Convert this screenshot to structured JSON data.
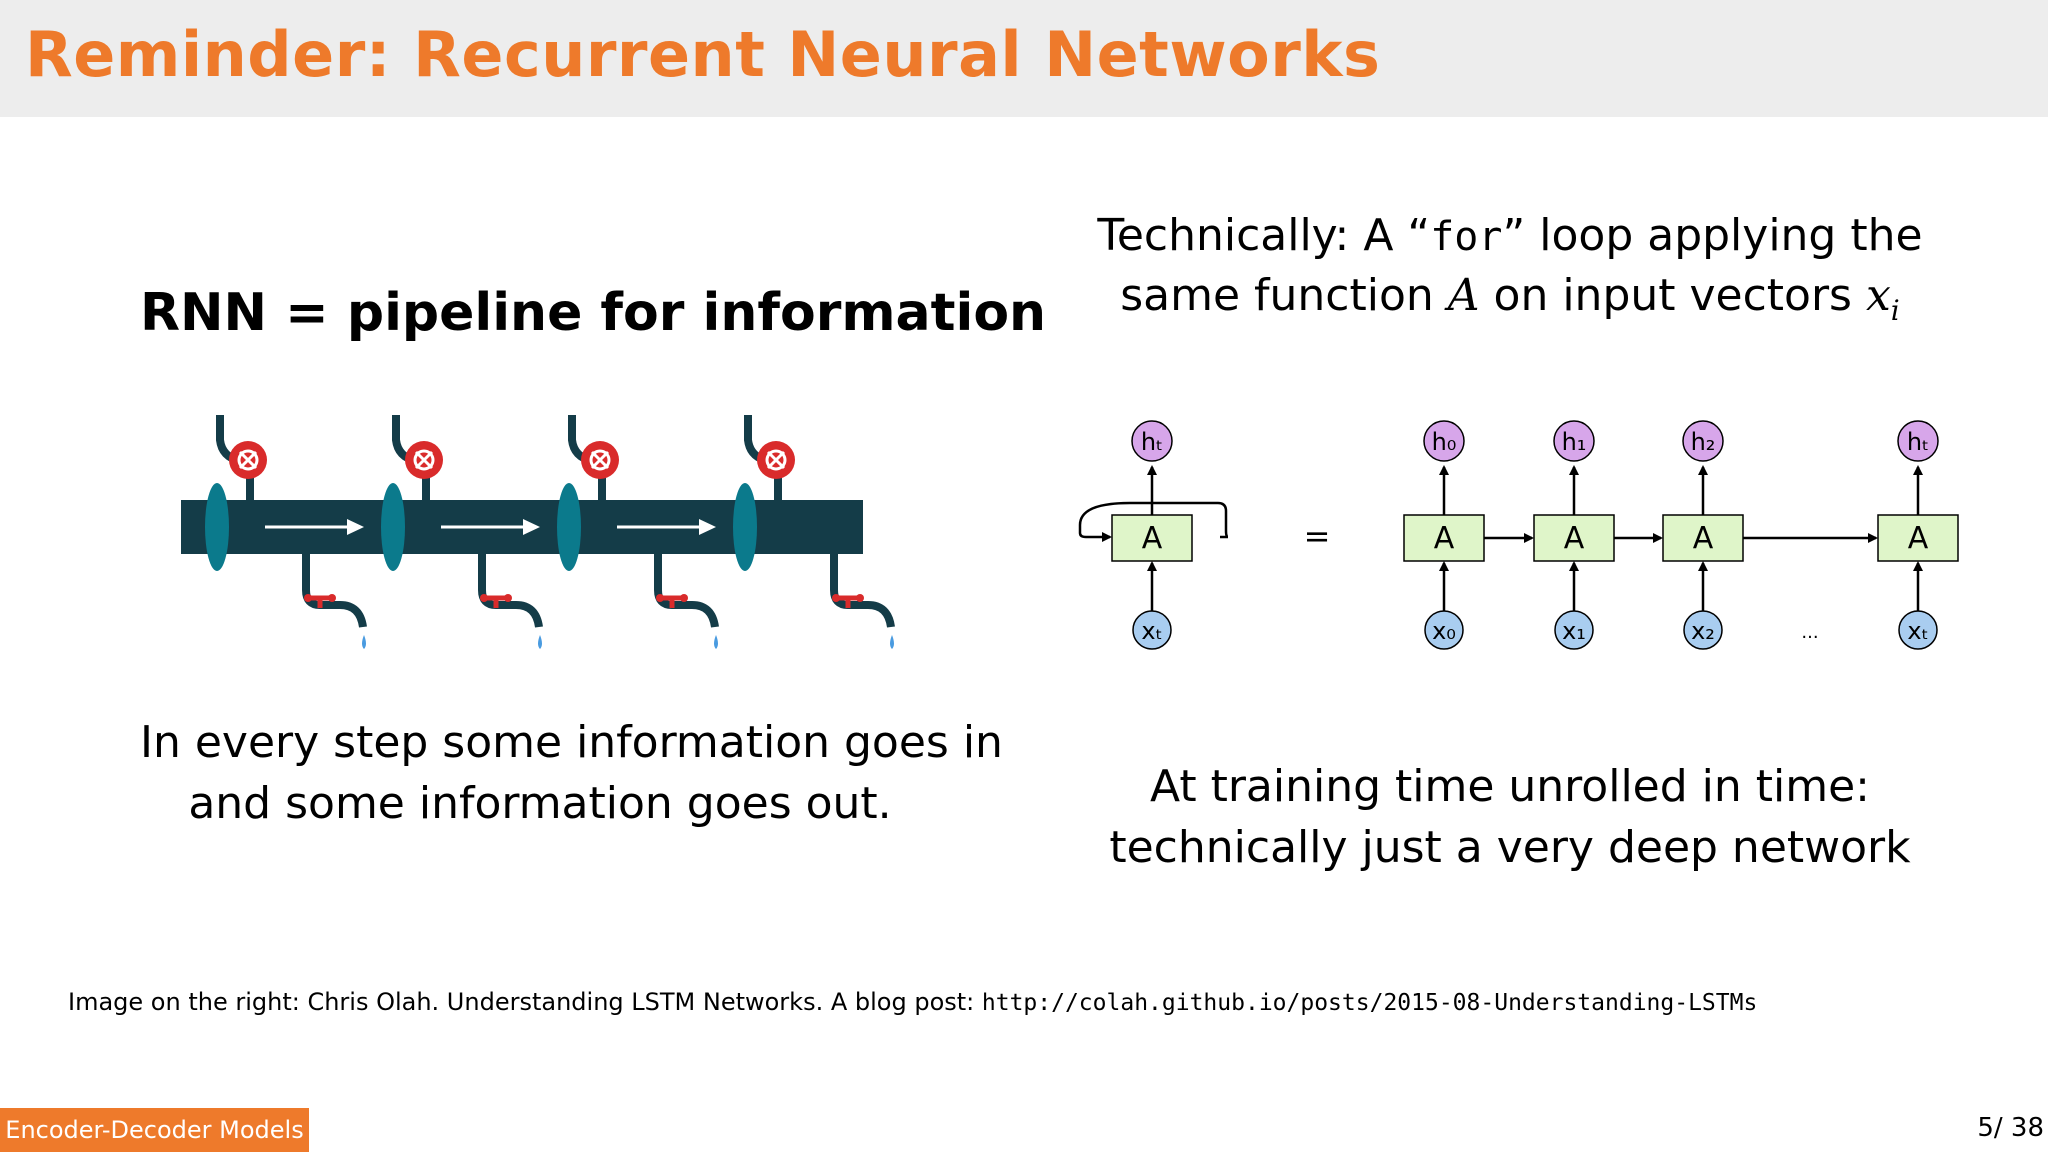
{
  "slide": {
    "title": "Reminder: Recurrent Neural Networks",
    "left": {
      "heading": "RNN = pipeline for information",
      "caption_line1": "In every step some information goes in",
      "caption_line2": "and some information goes out."
    },
    "right": {
      "tech_line1_pre": "Technically: A “",
      "tech_line1_code": "for",
      "tech_line1_post": "” loop applying the",
      "tech_line2_pre": "same function ",
      "tech_line2_var": "A",
      "tech_line2_mid": " on input vectors ",
      "tech_line2_x": "x",
      "tech_line2_sub": "i",
      "caption_line1": "At training time unrolled in time:",
      "caption_line2": "technically just a very deep network"
    },
    "diagram": {
      "cell_label": "A",
      "equals": "=",
      "ellipsis": "...",
      "outputs": [
        "hₜ",
        "h₀",
        "h₁",
        "h₂",
        "hₜ"
      ],
      "inputs": [
        "xₜ",
        "x₀",
        "x₁",
        "x₂",
        "xₜ"
      ]
    },
    "footnote_text": "Image on the right: Chris Olah. Understanding LSTM Networks. A blog post: ",
    "footnote_url": "http://colah.github.io/posts/2015-08-Understanding-LSTMs",
    "footer_label": "Encoder-Decoder Models",
    "page_number": "5/ 38"
  },
  "colors": {
    "accent": "#ee7a2b",
    "title_bar": "#ededed",
    "pipe": "#143c48",
    "ring": "#0b7a8c",
    "valve": "#d92b2b",
    "drop": "#4a9be0",
    "cell_fill": "#dff5c9",
    "h_node": "#d7a6ea",
    "x_node": "#a9cdf0"
  }
}
